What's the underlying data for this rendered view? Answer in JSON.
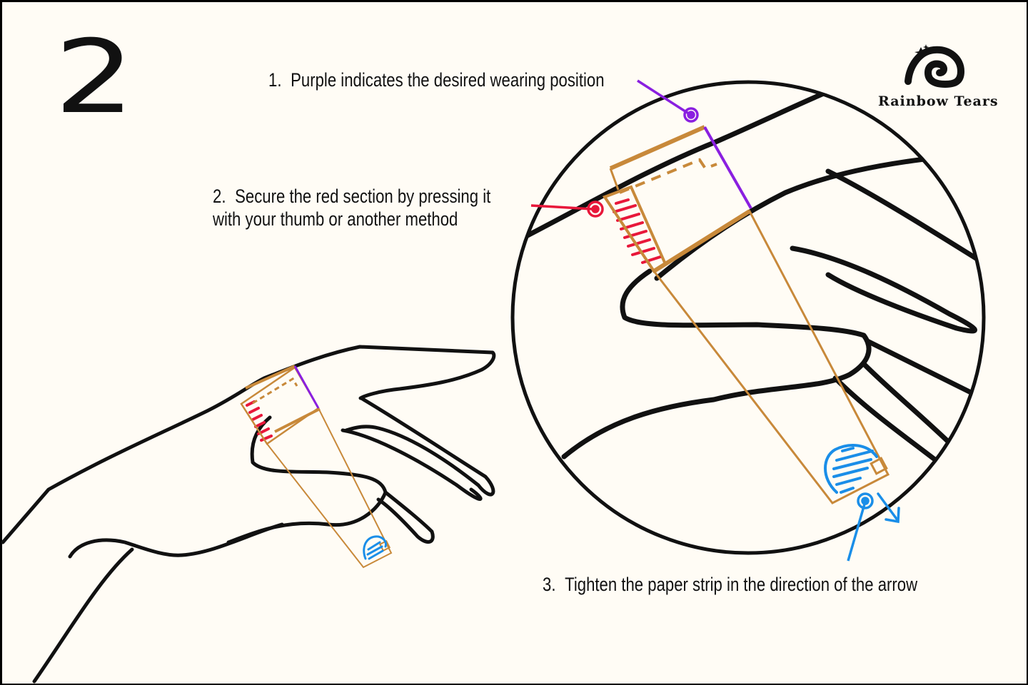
{
  "step": {
    "number": "2"
  },
  "brand": {
    "name": "Rainbow Tears",
    "icon": "swirl-logo-icon"
  },
  "captions": [
    {
      "number": "1.",
      "text": "Purple indicates the desired wearing position",
      "color_key": "purple"
    },
    {
      "number": "2.",
      "line1": "Secure the red section by pressing it",
      "line2": "with your thumb or another method",
      "color_key": "red"
    },
    {
      "number": "3.",
      "text": "Tighten the paper strip in the direction of the arrow",
      "color_key": "blue"
    }
  ],
  "colors": {
    "background": "#fffcf5",
    "outline": "#111111",
    "paper_strip": "#c8893a",
    "purple": "#8a1fe0",
    "red": "#e8173a",
    "blue": "#1a8ee8"
  },
  "illustration": {
    "subject": "hand with ring-sizer paper strip around finger",
    "magnifier": "zoomed circular detail view of finger with paper strip",
    "icons": [
      "hand-outline",
      "paper-strip",
      "purple-marker-icon",
      "red-marker-icon",
      "blue-marker-icon",
      "thumb-icon",
      "direction-arrow-icon"
    ]
  }
}
